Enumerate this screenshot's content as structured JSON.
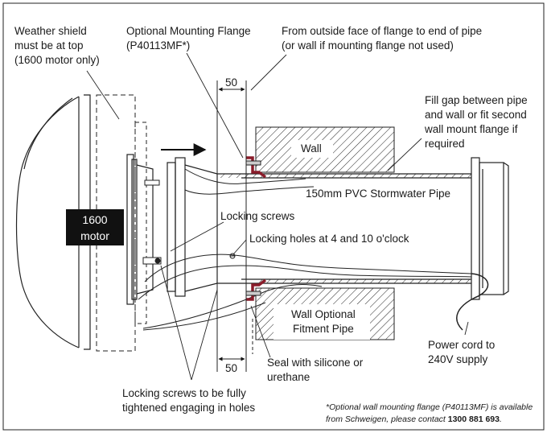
{
  "labels": {
    "weather_shield": "Weather shield\nmust be at top\n(1600 motor only)",
    "mounting_flange": "Optional Mounting Flange\n(P40113MF*)",
    "outside_face": "From outside face of flange to end of pipe\n(or wall if mounting flange not used)",
    "fill_gap": "Fill gap between pipe\nand wall or fit second\nwall mount flange if\nrequired",
    "wall": "Wall",
    "pipe": "150mm PVC Stormwater Pipe",
    "locking_screws": "Locking screws",
    "locking_holes": "Locking holes at 4 and 10 o'clock",
    "motor": "1600\nmotor",
    "wall_optional": "Wall Optional\nFitment Pipe",
    "seal": "Seal with silicone or\nurethane",
    "power_cord": "Power cord to\n240V supply",
    "tighten": "Locking screws to be fully\ntightened engaging in holes",
    "dim_top": "50",
    "dim_bottom": "50"
  },
  "footnote": {
    "line1": "*Optional wall mounting flange (P40113MF) is available",
    "line2_prefix": "from Schweigen, please contact ",
    "phone": "1300 881 693",
    "line2_suffix": "."
  }
}
